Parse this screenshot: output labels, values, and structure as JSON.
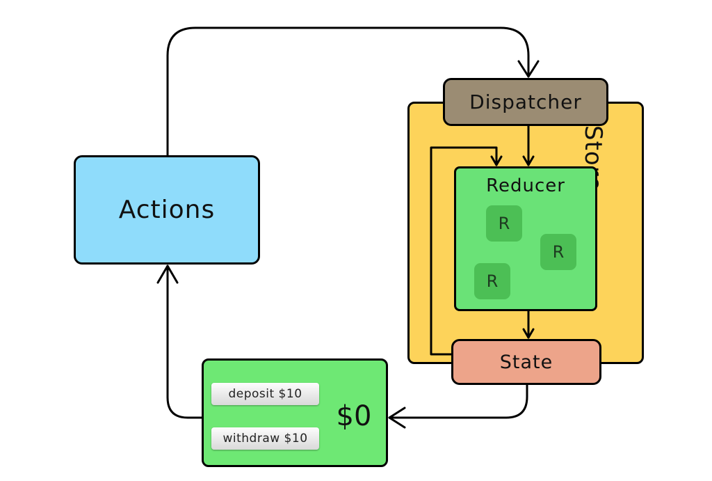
{
  "actions": {
    "label": "Actions"
  },
  "store": {
    "label": "Store"
  },
  "dispatcher": {
    "label": "Dispatcher"
  },
  "reducer": {
    "label": "Reducer",
    "items": [
      "R",
      "R",
      "R"
    ]
  },
  "state": {
    "label": "State"
  },
  "ui": {
    "buttons": [
      "deposit $10",
      "withdraw $10"
    ],
    "balance": "$0"
  },
  "colors": {
    "actions": "#8fdcfb",
    "store": "#fdd35a",
    "dispatcher": "#9b8c73",
    "reducer": "#6ae277",
    "reducer_item": "#4cbf55",
    "state": "#eda48a",
    "ui_panel": "#6ee874"
  }
}
